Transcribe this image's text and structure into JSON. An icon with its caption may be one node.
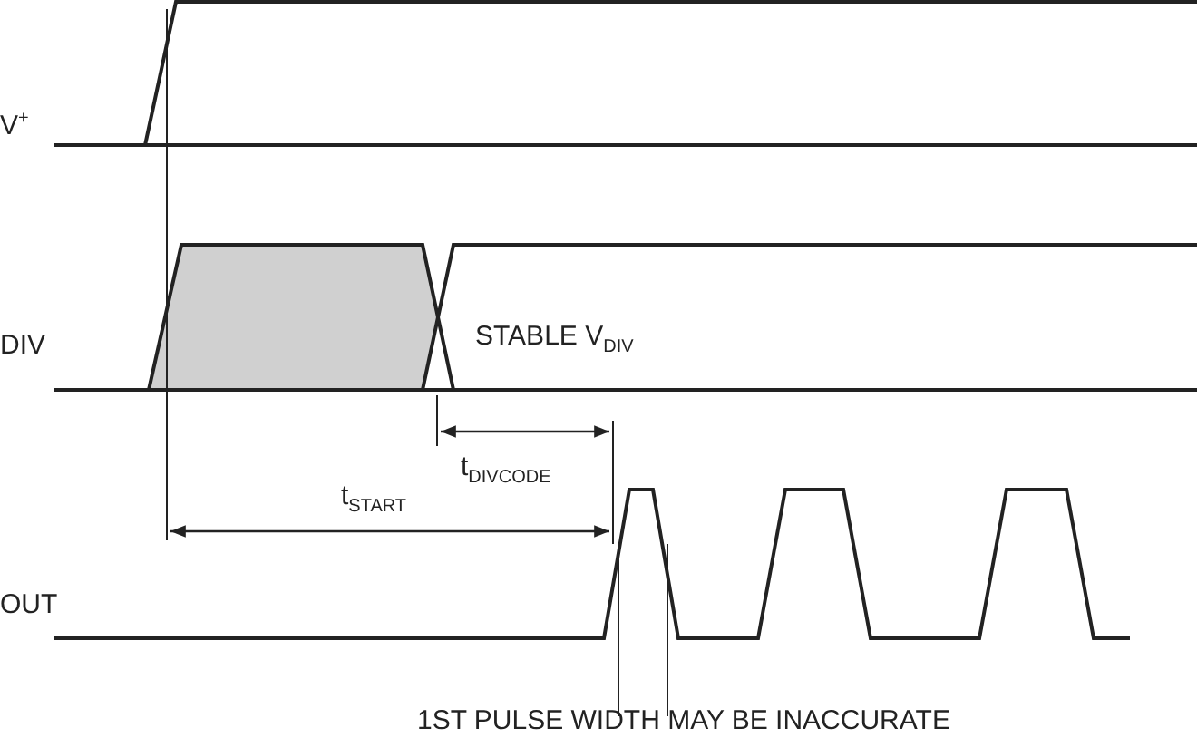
{
  "diagram": {
    "labels": [
      "V$^{+}$",
      "DIV",
      "STABLE V$_{DIV}$",
      "t$_{DIVCODE}$",
      "t$_{START}$",
      "OUT",
      "1ST PULSE WIDTH MAY BE INACCURATE"
    ]
  }
}
